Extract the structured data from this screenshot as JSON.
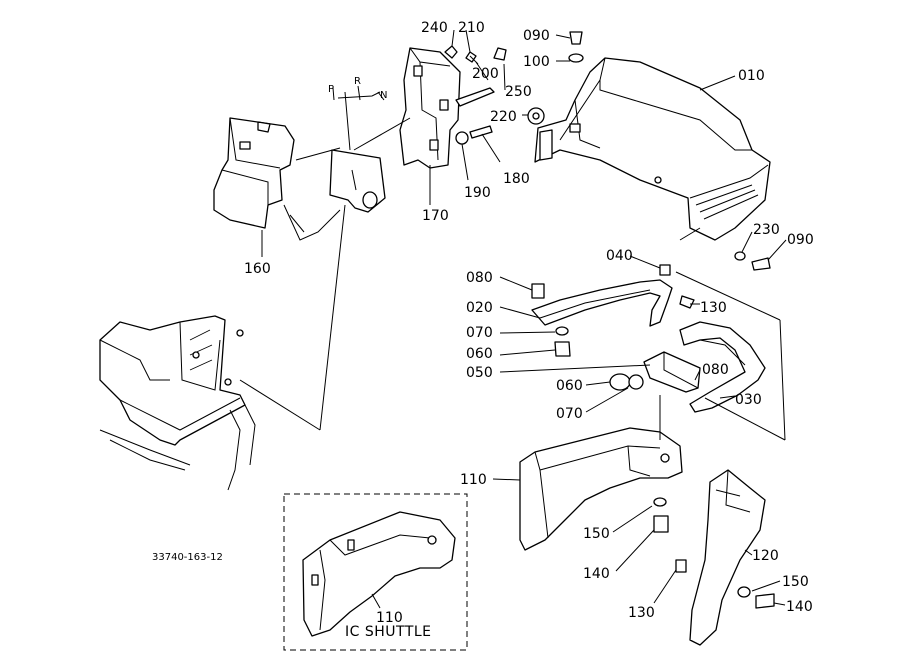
{
  "drawing_number": "33740-163-12",
  "variant_caption": "IC SHUTTLE",
  "shift_letters": [
    "P",
    "R",
    "N"
  ],
  "labels": {
    "l010": "010",
    "l020": "020",
    "l030": "030",
    "l040": "040",
    "l050": "050",
    "l060a": "060",
    "l060b": "060",
    "l070a": "070",
    "l070b": "070",
    "l080a": "080",
    "l080b": "080",
    "l090a": "090",
    "l090b": "090",
    "l100": "100",
    "l110a": "110",
    "l110b": "110",
    "l120": "120",
    "l130a": "130",
    "l130b": "130",
    "l140a": "140",
    "l140b": "140",
    "l150a": "150",
    "l150b": "150",
    "l160": "160",
    "l170": "170",
    "l180": "180",
    "l190": "190",
    "l200": "200",
    "l210": "210",
    "l220": "220",
    "l230": "230",
    "l240": "240",
    "l250": "250"
  }
}
